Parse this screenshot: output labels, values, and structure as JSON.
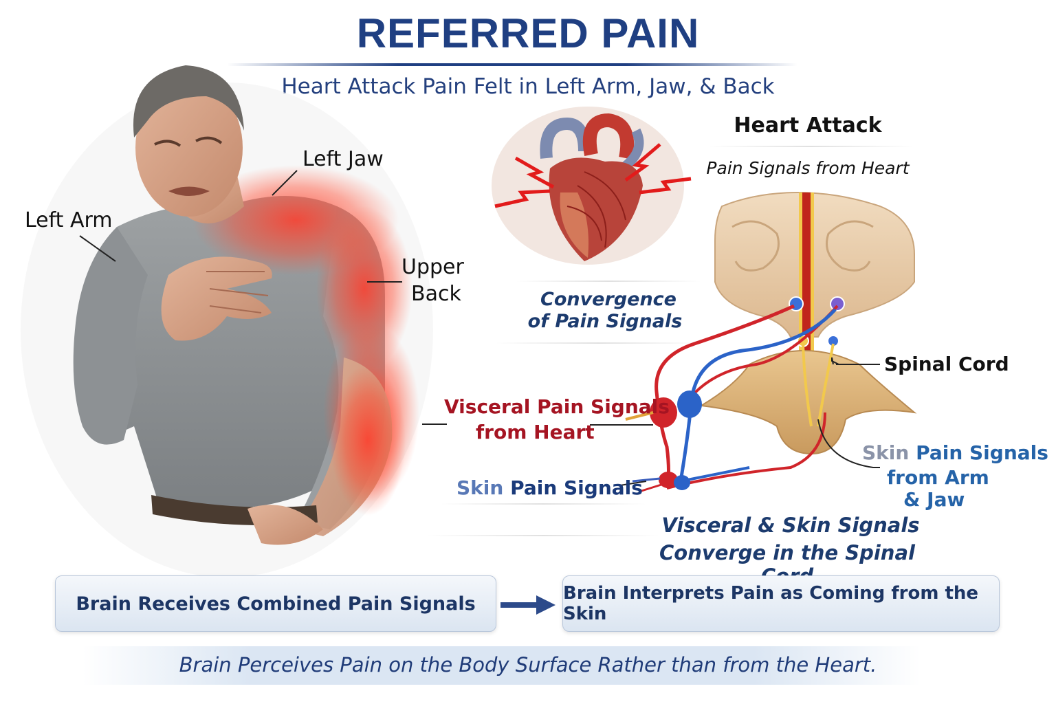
{
  "header": {
    "title": "REFERRED PAIN",
    "subtitle": "Heart Attack Pain Felt in Left Arm, Jaw, & Back"
  },
  "figure_labels": {
    "left_jaw": "Left Jaw",
    "left_arm": "Left Arm",
    "upper_back_line1": "Upper",
    "upper_back_line2": "Back"
  },
  "heart_panel": {
    "heading": "Heart Attack",
    "pain_signals_caption": "Pain Signals from Heart",
    "convergence_line1": "Convergence",
    "convergence_line2": "of Pain Signals"
  },
  "spinal_labels": {
    "spinal_cord": "Spinal Cord",
    "visceral_line1": "Visceral Pain Signals",
    "visceral_line2": "from Heart",
    "skin_pain_prefix": "Skin",
    "skin_pain_rest": " Pain Signals",
    "skin_arm_prefix": "Skin",
    "skin_arm_rest": " Pain Signals",
    "skin_arm_line2": "from Arm",
    "skin_arm_line3": "& Jaw",
    "converge_line1": "Visceral & Skin Signals",
    "converge_line2": "Converge in the Spinal Cord"
  },
  "flow": {
    "box1": "Brain Receives Combined Pain Signals",
    "box2": "Brain Interprets Pain as Coming from the Skin",
    "arrow_icon": "right-arrow-icon"
  },
  "footer": {
    "note": "Brain Perceives Pain on the Body Surface Rather than from the Heart."
  },
  "colors": {
    "title_blue": "#1f3f82",
    "visceral_red": "#a51422",
    "skin_blue": "#1a3a7a",
    "pain_highlight": "#e8392f"
  }
}
